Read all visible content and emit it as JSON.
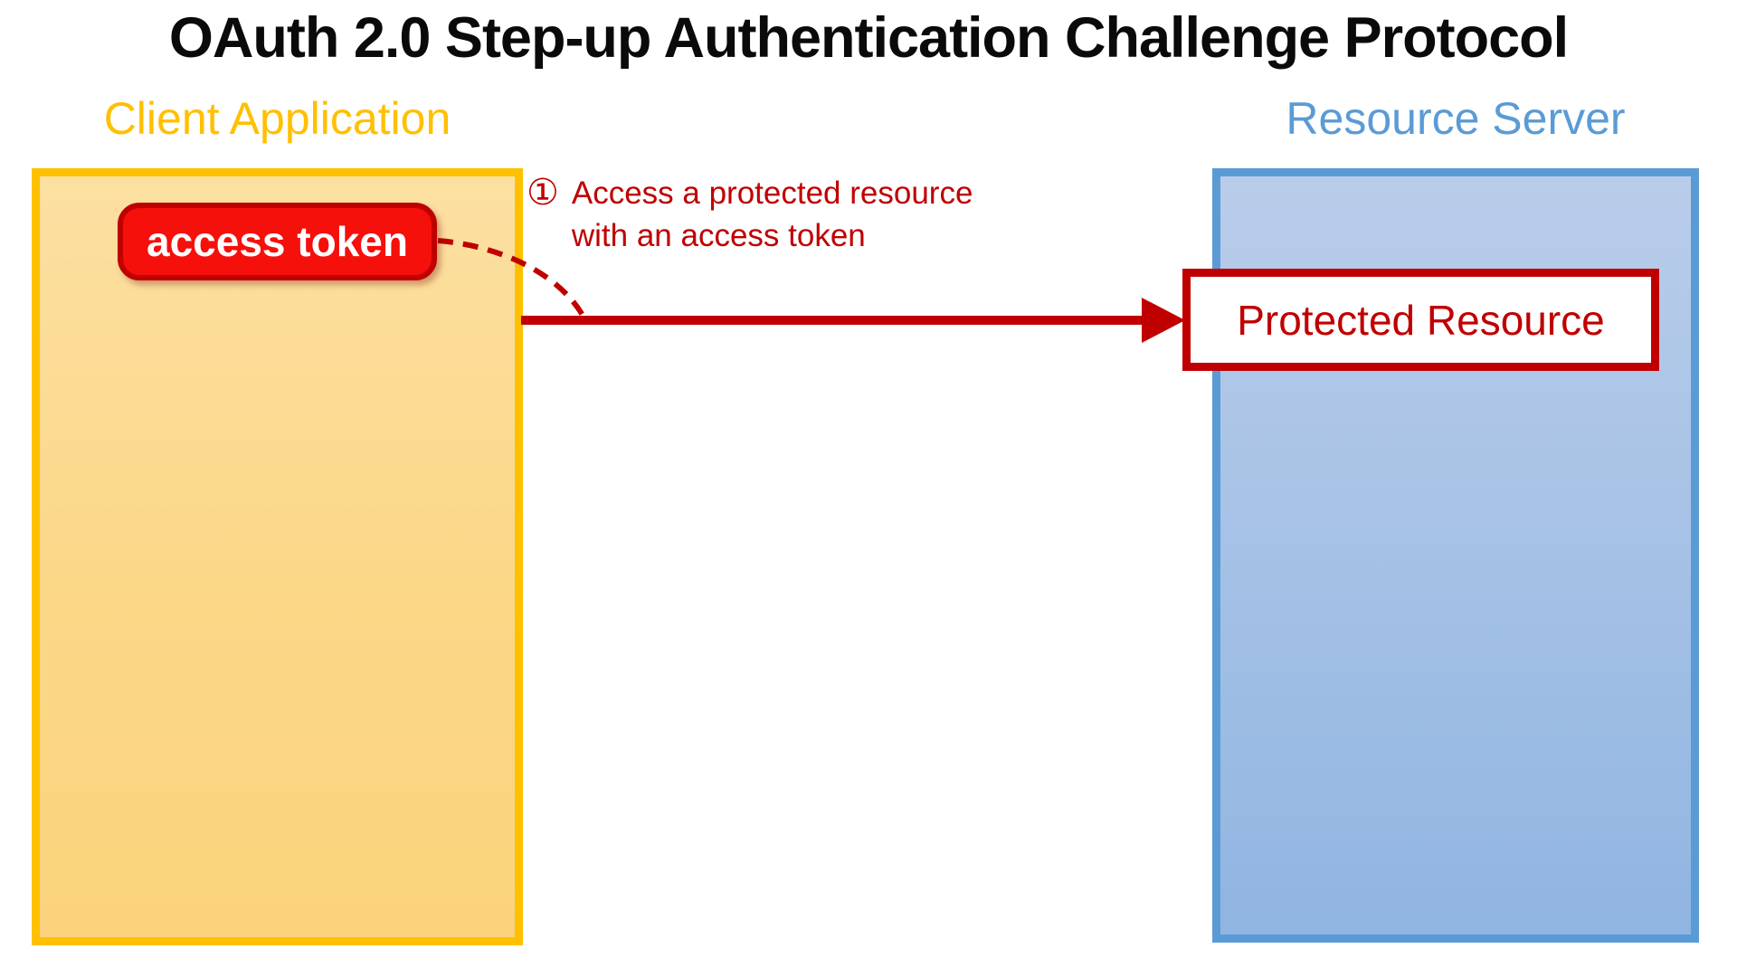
{
  "title": "OAuth 2.0 Step-up Authentication Challenge Protocol",
  "client": {
    "label": "Client Application",
    "token_label": "access token"
  },
  "resource": {
    "label": "Resource Server",
    "protected_label": "Protected Resource"
  },
  "step1": {
    "number": "①",
    "line1": "Access a protected resource",
    "line2": "with an access token"
  },
  "colors": {
    "canvas_background": "#FFFFFF",
    "title_text": "#0A0A0A",
    "client_accent": "#FFC000",
    "client_fill_top": "#FCE0A2",
    "client_fill_bottom": "#FBD37C",
    "resource_accent": "#5B9BD5",
    "resource_fill_top": "#B9CDEA",
    "resource_fill_bottom": "#90B5E1",
    "step_red": "#C00000",
    "token_fill": "#F5100C",
    "token_text": "#FFFFFF",
    "protected_box_fill": "#FFFFFF"
  }
}
